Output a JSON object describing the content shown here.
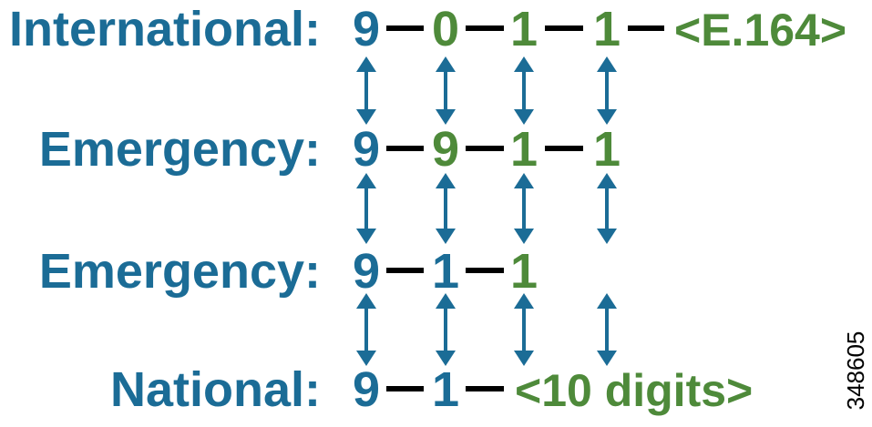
{
  "colors": {
    "blue": "#1b6c96",
    "green": "#4e8a3a",
    "dash": "#000000",
    "figure_id": "#000000"
  },
  "rows": [
    {
      "label": "International:",
      "sequence": [
        {
          "text": "9",
          "color": "blue"
        },
        {
          "text": "0",
          "color": "green"
        },
        {
          "text": "1",
          "color": "green"
        },
        {
          "text": "1",
          "color": "green"
        }
      ],
      "tail": "<E.164>"
    },
    {
      "label": "Emergency:",
      "sequence": [
        {
          "text": "9",
          "color": "blue"
        },
        {
          "text": "9",
          "color": "green"
        },
        {
          "text": "1",
          "color": "green"
        },
        {
          "text": "1",
          "color": "green"
        }
      ],
      "tail": ""
    },
    {
      "label": "Emergency:",
      "sequence": [
        {
          "text": "9",
          "color": "blue"
        },
        {
          "text": "1",
          "color": "blue"
        },
        {
          "text": "1",
          "color": "green"
        }
      ],
      "tail": ""
    },
    {
      "label": "National:",
      "sequence": [
        {
          "text": "9",
          "color": "blue"
        },
        {
          "text": "1",
          "color": "blue"
        }
      ],
      "tail": "<10 digits>"
    }
  ],
  "arrow_columns": [
    {
      "between_rows": [
        0,
        1
      ],
      "columns": [
        0,
        1,
        2,
        3
      ]
    },
    {
      "between_rows": [
        1,
        2
      ],
      "columns": [
        0,
        1,
        2,
        3
      ]
    },
    {
      "between_rows": [
        2,
        3
      ],
      "columns": [
        0,
        1,
        2,
        3
      ]
    }
  ],
  "figure_id": "348605"
}
